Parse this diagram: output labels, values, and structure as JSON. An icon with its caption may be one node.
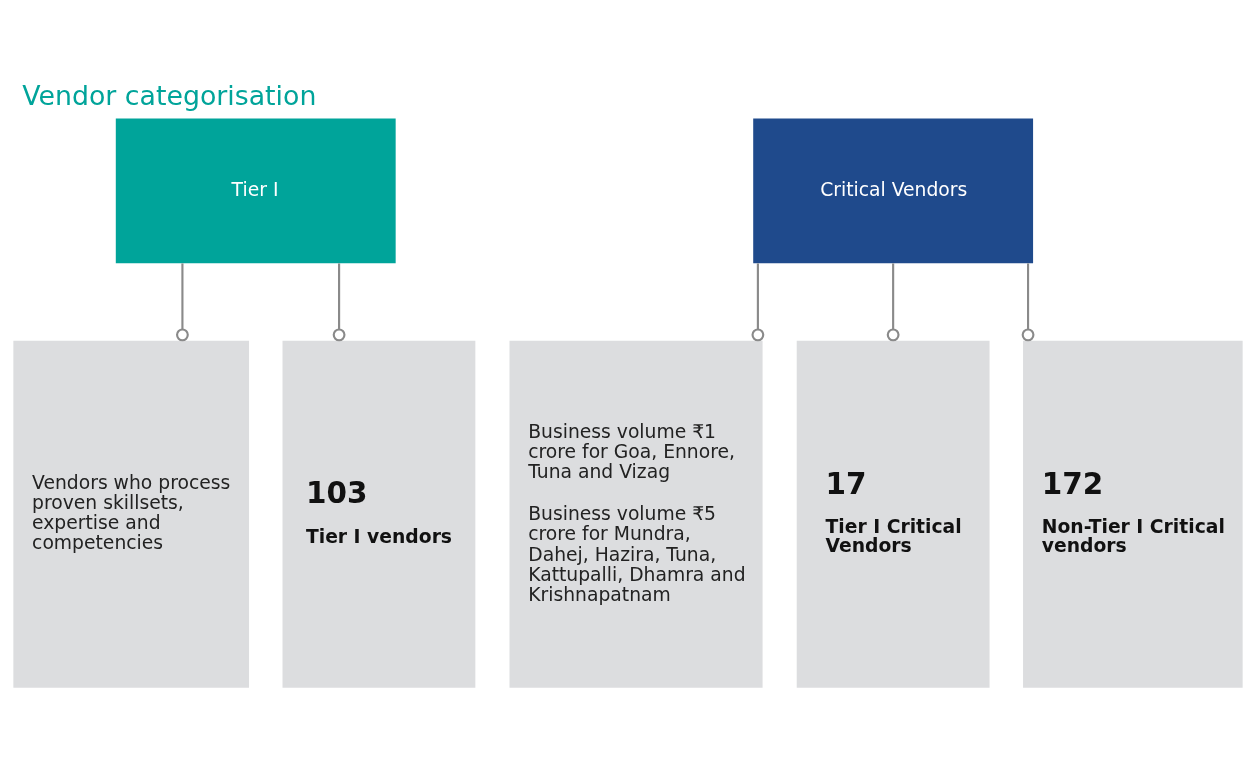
{
  "diagram": {
    "title": "Vendor categorisation",
    "nodes": [
      {
        "text": [
          "Tier I"
        ]
      },
      {
        "text": [
          "Vendors who process proven skillsets, expertise and competencies"
        ]
      },
      {
        "text": [
          "103",
          "Tier I vendors"
        ]
      },
      {
        "text": [
          "Critical Vendors"
        ]
      },
      {
        "text": [
          "Business volume ₹1 crore for Goa, Ennore, Tuna and Vizag",
          "Business volume ₹5 crore for Mundra, Dahej, Hazira, Tuna, Kattupalli, Dhamra and Krishnapatnam"
        ]
      },
      {
        "text": [
          "17",
          "Tier I Critical Vendors"
        ]
      },
      {
        "text": [
          "172",
          "Non-Tier I Critical vendors"
        ]
      }
    ],
    "edges": [
      {
        "from": 0,
        "to": 1,
        "arrow": "other"
      },
      {
        "from": 0,
        "to": 2,
        "arrow": "other"
      },
      {
        "from": 3,
        "to": 4,
        "arrow": "other"
      },
      {
        "from": 3,
        "to": 5,
        "arrow": "other"
      },
      {
        "from": 3,
        "to": 6,
        "arrow": "other"
      }
    ]
  }
}
